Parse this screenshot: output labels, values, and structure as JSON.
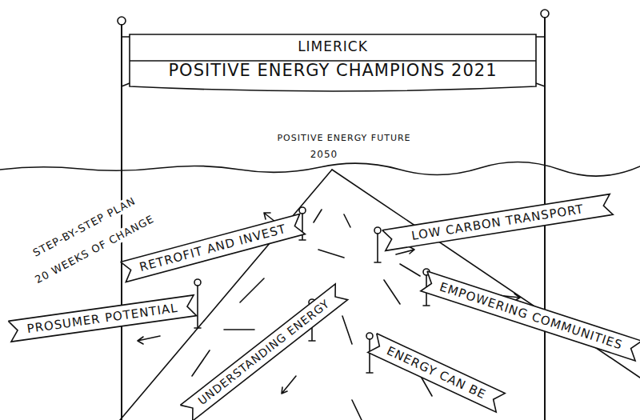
{
  "diagram": {
    "nodes": [
      {
        "text": [
          "LIMERICK",
          "POSITIVE ENERGY CHAMPIONS 2021"
        ]
      },
      {
        "text": [
          "RETROFIT AND INVEST"
        ]
      },
      {
        "text": [
          "LOW CARBON TRANSPORT"
        ]
      },
      {
        "text": [
          "PROSUMER POTENTIAL"
        ]
      },
      {
        "text": [
          "EMPOWERING COMMUNITIES"
        ]
      },
      {
        "text": [
          "UNDERSTANDING ENERGY"
        ]
      },
      {
        "text": [
          "ENERGY CAN BE"
        ]
      }
    ],
    "labels": [
      "POSITIVE ENERGY FUTURE",
      "2050",
      "STEP-BY-STEP PLAN",
      "20 WEEKS OF CHANGE"
    ]
  }
}
